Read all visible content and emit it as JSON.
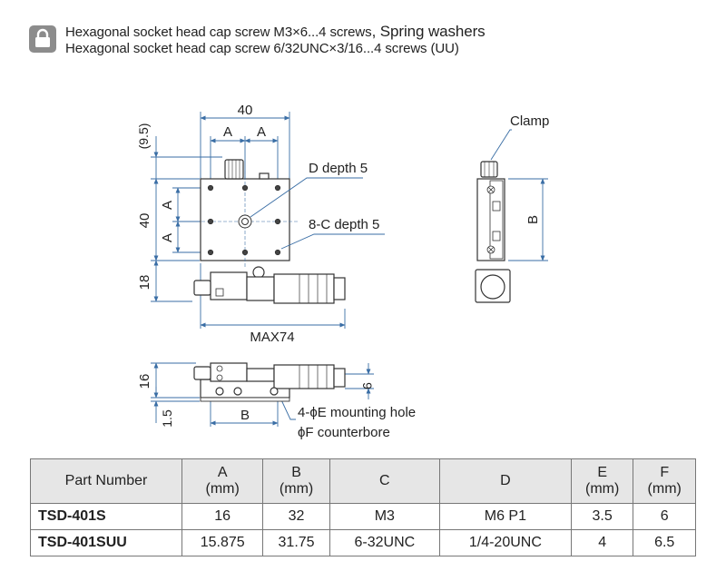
{
  "header": {
    "icon": "lock-icon",
    "line1_main": "Hexagonal socket head cap screw M3×6...4 screws",
    "line1_extra": ", Spring washers",
    "line2": "Hexagonal socket head cap screw 6/32UNC×3/16...4 screws (UU)"
  },
  "drawing": {
    "top_view": {
      "width_label": "40",
      "pitch_label_left": "A",
      "pitch_label_right": "A",
      "offset_label": "(9.5)",
      "height_label": "40",
      "pitch_label_upper": "A",
      "pitch_label_lower": "A",
      "micrometer_label": "18",
      "max_label": "MAX74",
      "callout_d": "D depth 5",
      "callout_c": "8-C depth 5"
    },
    "side_view": {
      "clamp_label": "Clamp",
      "b_label": "B"
    },
    "front_view": {
      "height_label": "16",
      "base_label": "1.5",
      "b_label": "B",
      "mid_label": "9",
      "callout_e": "4-ϕE mounting hole",
      "callout_f": "ϕF counterbore"
    }
  },
  "table": {
    "headers": [
      {
        "line1": "Part Number",
        "line2": ""
      },
      {
        "line1": "A",
        "line2": "(mm)"
      },
      {
        "line1": "B",
        "line2": "(mm)"
      },
      {
        "line1": "C",
        "line2": ""
      },
      {
        "line1": "D",
        "line2": ""
      },
      {
        "line1": "E",
        "line2": "(mm)"
      },
      {
        "line1": "F",
        "line2": "(mm)"
      }
    ],
    "rows": [
      [
        "TSD-401S",
        "16",
        "32",
        "M3",
        "M6 P1",
        "3.5",
        "6"
      ],
      [
        "TSD-401SUU",
        "15.875",
        "31.75",
        "6-32UNC",
        "1/4-20UNC",
        "4",
        "6.5"
      ]
    ]
  },
  "colors": {
    "line": "#333333",
    "dim_line": "#3a6ea5",
    "table_header_bg": "#e6e6e6",
    "icon_bg": "#8c8c8c"
  }
}
